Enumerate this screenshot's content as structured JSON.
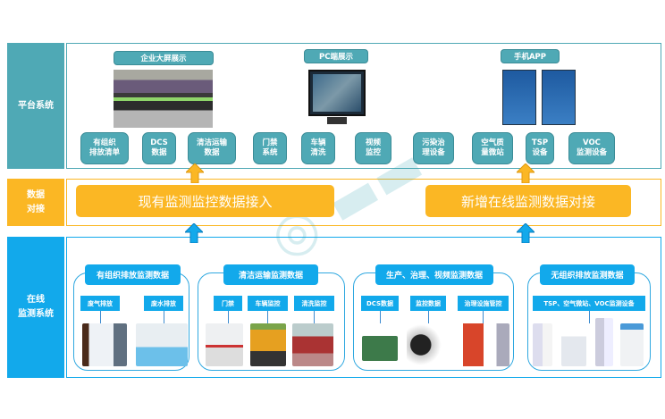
{
  "sections": {
    "platform": "平台系统",
    "data": "数据\n对接",
    "online": "在线\n监测系统"
  },
  "displays": [
    {
      "label": "企业大屏展示"
    },
    {
      "label": "PC端展示"
    },
    {
      "label": "手机APP"
    }
  ],
  "platform_buttons": [
    "有组织\n排放清单",
    "DCS\n数据",
    "清洁运输\n数据",
    "门禁\n系统",
    "车辆\n清洗",
    "视频\n监控",
    "污染治\n理设备",
    "空气质\n量微站",
    "TSP\n设备",
    "VOC\n监测设备"
  ],
  "data_bars": {
    "existing": "现有监测监控数据接入",
    "new": "新增在线监测数据对接"
  },
  "groups": [
    {
      "title": "有组织排放监测数据",
      "items": [
        "废气排放",
        "废水排放"
      ]
    },
    {
      "title": "清洁运输监测数据",
      "items": [
        "门禁",
        "车辆监控",
        "清洗监控"
      ]
    },
    {
      "title": "生产、治理、视频监测数据",
      "items": [
        "DCS数据",
        "监控数据",
        "治理设施管控"
      ]
    },
    {
      "title": "无组织排放监测数据",
      "items": [
        "TSP、空气微站、VOC监测设备"
      ]
    }
  ],
  "colors": {
    "teal": "#4fa9b5",
    "orange": "#fbb724",
    "blue": "#12a9eb"
  }
}
